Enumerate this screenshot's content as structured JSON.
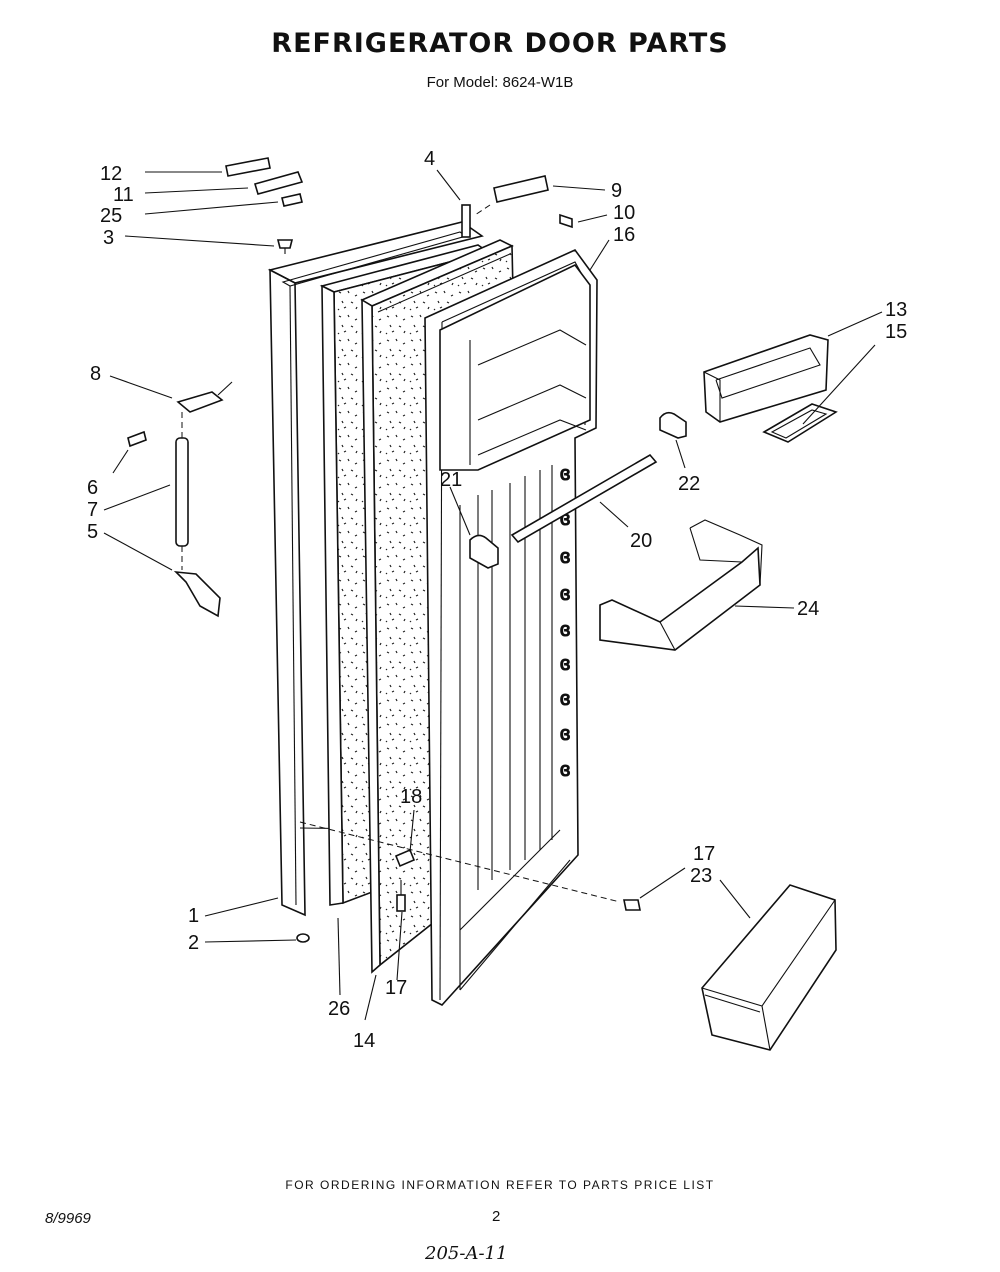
{
  "title": "REFRIGERATOR DOOR PARTS",
  "subtitle": "For Model: 8624-W1B",
  "callouts": {
    "p1": "1",
    "p2": "2",
    "p3": "3",
    "p4": "4",
    "p5": "5",
    "p6": "6",
    "p7": "7",
    "p8": "8",
    "p9": "9",
    "p10": "10",
    "p11": "11",
    "p12": "12",
    "p13": "13",
    "p14": "14",
    "p15": "15",
    "p16": "16",
    "p17a": "17",
    "p17b": "17",
    "p18": "18",
    "p20": "20",
    "p21": "21",
    "p22": "22",
    "p23": "23",
    "p24": "24",
    "p25": "25",
    "p26": "26"
  },
  "footer_note": "FOR ORDERING INFORMATION REFER TO PARTS PRICE LIST",
  "date_code": "8/9969",
  "page_number": "2",
  "handwritten_code": "205-A-11"
}
